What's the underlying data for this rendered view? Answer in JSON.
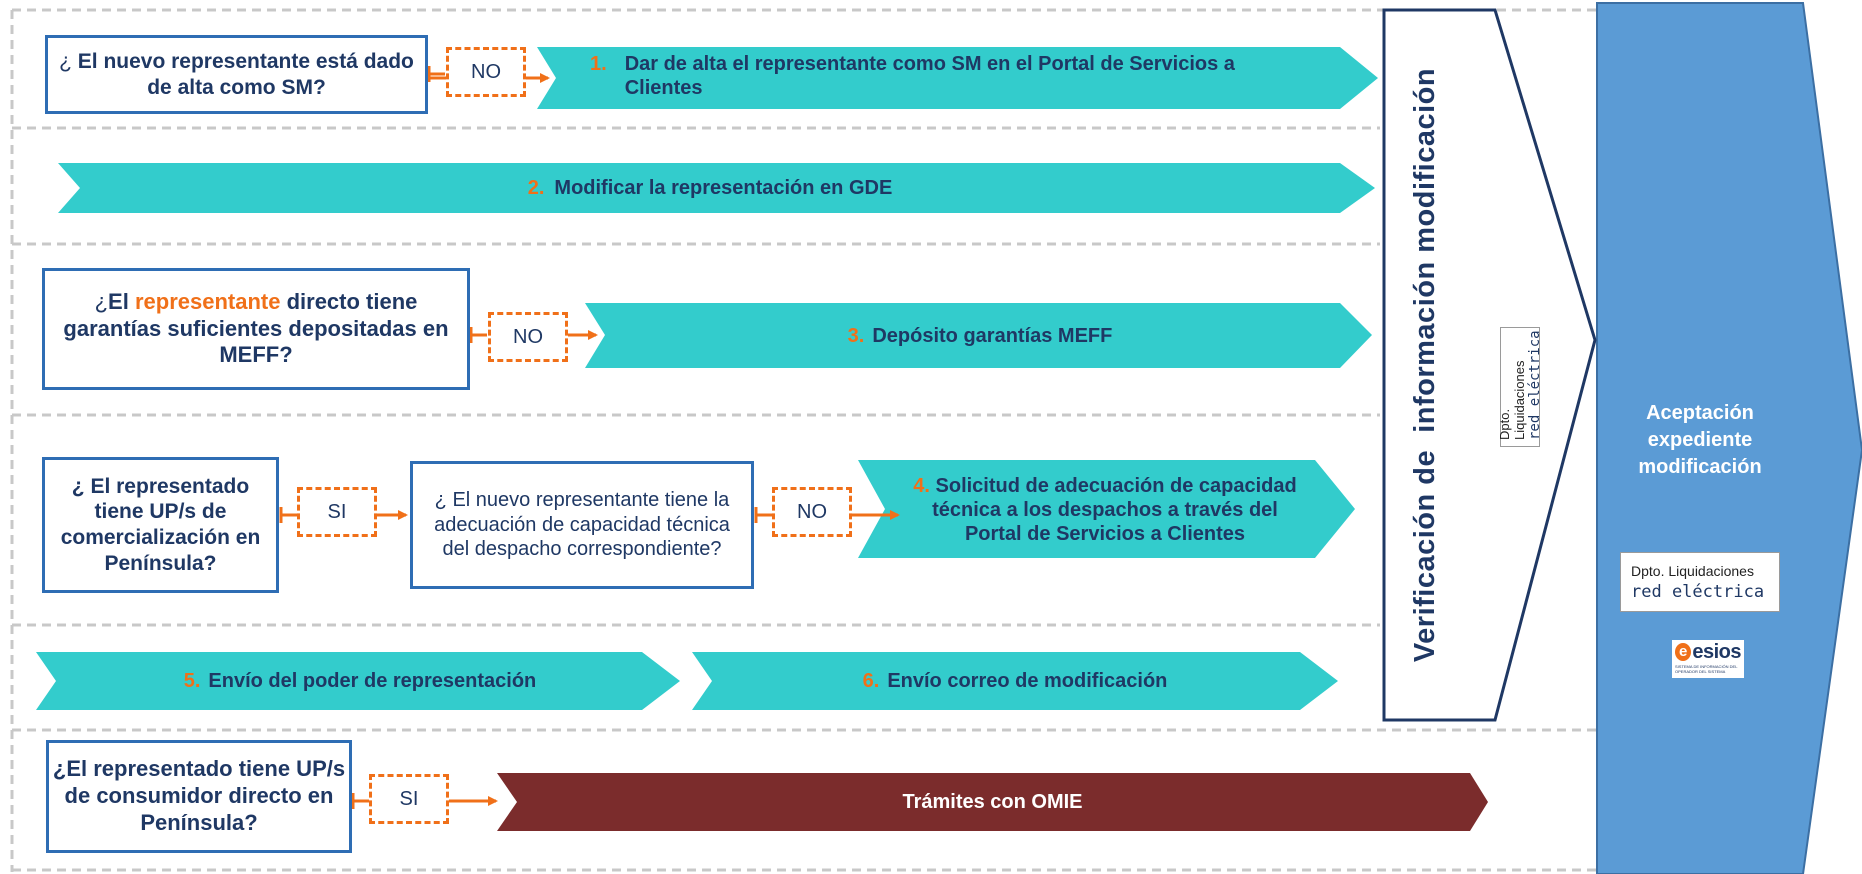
{
  "rows": {
    "row1": {
      "question_prefix": "¿ ",
      "question_bold": "El nuevo representante está dado de alta como SM?",
      "decision": "NO",
      "step_number": "1.",
      "step_text": "Dar de alta el representante como SM en el Portal de Servicios a Clientes"
    },
    "row2": {
      "step_number": "2.",
      "step_text": "Modificar la representación en GDE"
    },
    "row3": {
      "question_prefix": "¿",
      "question_bold_1": "El ",
      "question_highlight": "representante",
      "question_bold_2": " directo tiene garantías suficientes depositadas en MEFF?",
      "decision": "NO",
      "step_number": "3.",
      "step_text": "Depósito garantías MEFF"
    },
    "row4": {
      "question1": "¿ El representado tiene UP/s de comercialización en Península?",
      "decision1": "SI",
      "question2": "¿ El nuevo representante tiene la adecuación de capacidad técnica del despacho correspondiente?",
      "decision2": "NO",
      "step_number": "4.",
      "step_text": "Solicitud de adecuación de capacidad técnica a los despachos a través del Portal de Servicios a Clientes"
    },
    "row5": {
      "step5_number": "5.",
      "step5_text": "Envío del poder de representación",
      "step6_number": "6.",
      "step6_text": "Envío correo de modificación"
    },
    "row6": {
      "question_bold": "¿El representado tiene UP/s  de consumidor directo en Península?",
      "decision": "SI",
      "step_text": "Trámites con OMIE"
    }
  },
  "verification": {
    "title": "Verificación de  información modificación",
    "logo_dept": "Dpto. Liquidaciones",
    "logo_brand": "red eléctrica"
  },
  "acceptance": {
    "title": "Aceptación expediente modificación",
    "logo_dept": "Dpto. Liquidaciones",
    "logo_brand": "red eléctrica",
    "esios_brand": "esios",
    "esios_sub": "SISTEMA DE INFORMACIÓN DEL OPERADOR DEL SISTEMA"
  },
  "colors": {
    "teal": "#33cccc",
    "navy_text": "#1f3864",
    "orange": "#f07019",
    "question_border": "#2e6db4",
    "omie": "#7b2c2c",
    "acceptance_fill": "#5b9bd5",
    "verification_border": "#1f3864"
  }
}
